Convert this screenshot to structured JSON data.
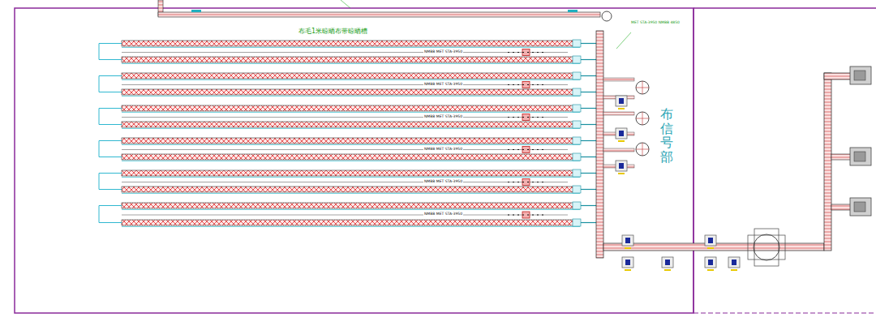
{
  "diagram": {
    "labels": [
      "布毛1米晾晒布带晾晒槽",
      "NMBB MET STA-3950",
      "NMBB MET STA-3950",
      "NMBB MET STA-3950",
      "NMBB MET STA-3950",
      "NMBB MET STA-3950",
      "NMBB MET STA-3950",
      "MET STA-3950 NMBB 4850",
      "布信号部"
    ]
  }
}
